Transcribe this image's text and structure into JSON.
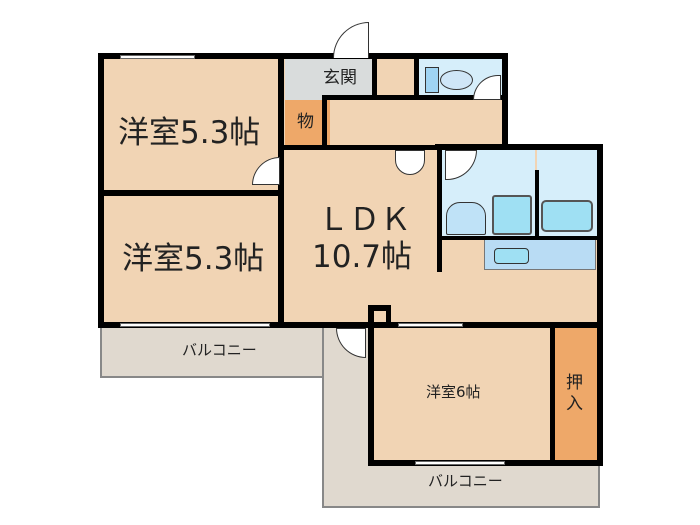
{
  "floorplan": {
    "colors": {
      "room": "#f1d4b4",
      "storage": "#eea869",
      "entrance": "#d9dcdc",
      "wet_area": "#d6eefa",
      "fixture": "#9fe0f3",
      "balcony": "#e0d9cf",
      "wall": "#000000"
    },
    "rooms": [
      {
        "id": "western-room-1",
        "label": "洋室5.3帖"
      },
      {
        "id": "western-room-2",
        "label": "洋室5.3帖"
      },
      {
        "id": "ldk",
        "label_line1": "ＬＤＫ",
        "label_line2": "10.7帖"
      },
      {
        "id": "western-room-3",
        "label": "洋室6帖"
      },
      {
        "id": "entrance",
        "label": "玄関"
      },
      {
        "id": "storage",
        "label": "物"
      },
      {
        "id": "closet",
        "label_line1": "押",
        "label_line2": "入"
      },
      {
        "id": "balcony-upper",
        "label": "バルコニー"
      },
      {
        "id": "balcony-lower",
        "label": "バルコニー"
      }
    ]
  }
}
